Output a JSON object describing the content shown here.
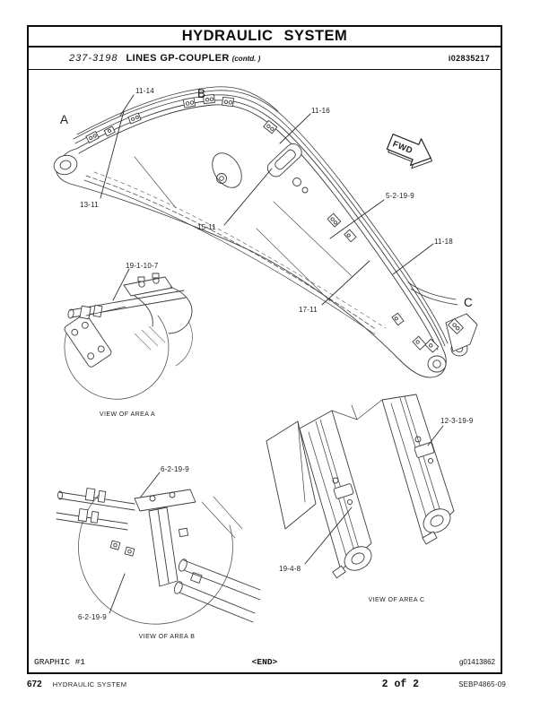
{
  "header": {
    "title": "HYDRAULIC SYSTEM",
    "part_number": "237-3198",
    "section_title": "LINES GP-COUPLER",
    "contd_note": "(contd. )",
    "media_number": "i02835217"
  },
  "diagram": {
    "fwd_label": "FWD",
    "area_markers": [
      {
        "text": "A"
      },
      {
        "text": "B"
      },
      {
        "text": "C"
      }
    ],
    "callouts": [
      {
        "text": "11-14"
      },
      {
        "text": "11-16"
      },
      {
        "text": "13-11"
      },
      {
        "text": "15-11"
      },
      {
        "text": "17-11"
      },
      {
        "text": "5-2-19-9"
      },
      {
        "text": "11-18"
      },
      {
        "text": "19-1-10-7"
      },
      {
        "text": "6-2-19-9"
      },
      {
        "text": "6-2-19-9"
      },
      {
        "text": "12-3-19-9"
      },
      {
        "text": "19-4-8"
      }
    ],
    "view_captions": [
      {
        "text": "VIEW OF AREA A"
      },
      {
        "text": "VIEW OF AREA B"
      },
      {
        "text": "VIEW OF AREA C"
      }
    ]
  },
  "graphic_bar": {
    "graphic_label": "GRAPHIC #1",
    "end_marker": "<END>",
    "graphic_number": "g01413862"
  },
  "footer": {
    "page_number": "672",
    "section": "HYDRAULIC SYSTEM",
    "page_indicator": "2 of 2",
    "publication": "SEBP4865-09"
  },
  "colors": {
    "line": "#3d3d3d",
    "border": "#0c0c0c",
    "background": "#ffffff"
  }
}
